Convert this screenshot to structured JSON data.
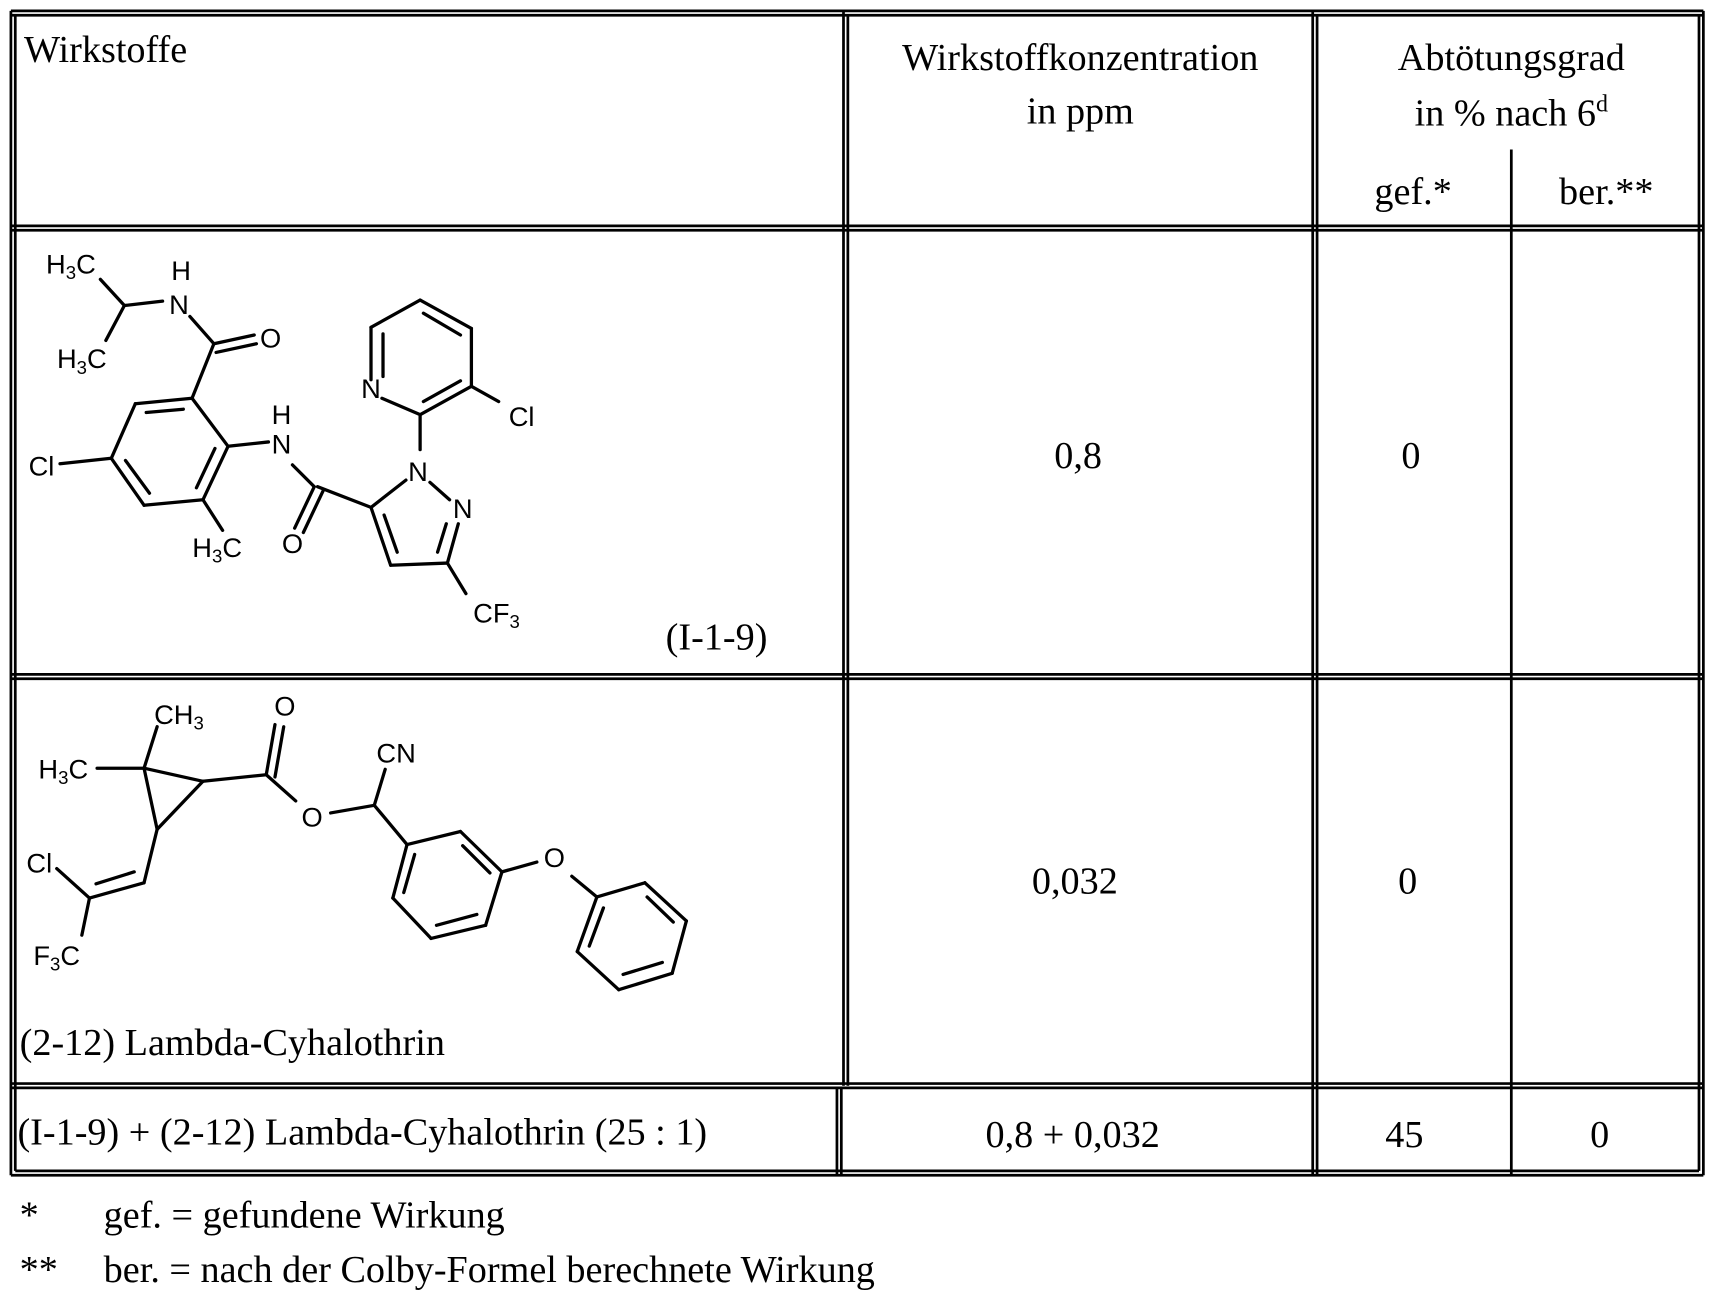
{
  "table": {
    "headers": {
      "substances": "Wirkstoffe",
      "concentration_line1": "Wirkstoffkonzentration",
      "concentration_line2": "in ppm",
      "kill_rate_line1": "Abtötungsgrad",
      "kill_rate_line2": "in % nach 6",
      "kill_rate_sup": "d",
      "found": "gef.*",
      "calculated": "ber.**"
    },
    "rows": [
      {
        "substance_label": "(I-1-9)",
        "concentration": "0,8",
        "found": "0",
        "calculated": ""
      },
      {
        "substance_label": "(2-12) Lambda-Cyhalothrin",
        "concentration": "0,032",
        "found": "0",
        "calculated": ""
      },
      {
        "substance_label": "(I-1-9) + (2-12) Lambda-Cyhalothrin (25 : 1)",
        "concentration": "0,8 + 0,032",
        "found": "45",
        "calculated": "0"
      }
    ]
  },
  "structures": {
    "i_1_9": {
      "h3c_top": "H3C",
      "nh_top_h": "H",
      "nh_top_n": "N",
      "o_top": "O",
      "h3c_mid": "H3C",
      "cl_left": "Cl",
      "nh_h": "H",
      "nh_n": "N",
      "o_amide": "O",
      "h3c_bottom": "H3C",
      "n_pyr1": "N",
      "n_pyr2": "N",
      "n_pyridine": "N",
      "cl_pyridine": "Cl",
      "cf3": "CF3"
    },
    "lambda": {
      "ch3": "CH3",
      "h3c": "H3C",
      "o_carbonyl": "O",
      "o_ester": "O",
      "cn": "CN",
      "o_ether": "O",
      "cl": "Cl",
      "f3c": "F3C"
    }
  },
  "footnotes": [
    {
      "mark": "*",
      "text": "gef. = gefundene Wirkung"
    },
    {
      "mark": "**",
      "text": "ber. = nach der Colby-Formel berechnete Wirkung"
    }
  ]
}
